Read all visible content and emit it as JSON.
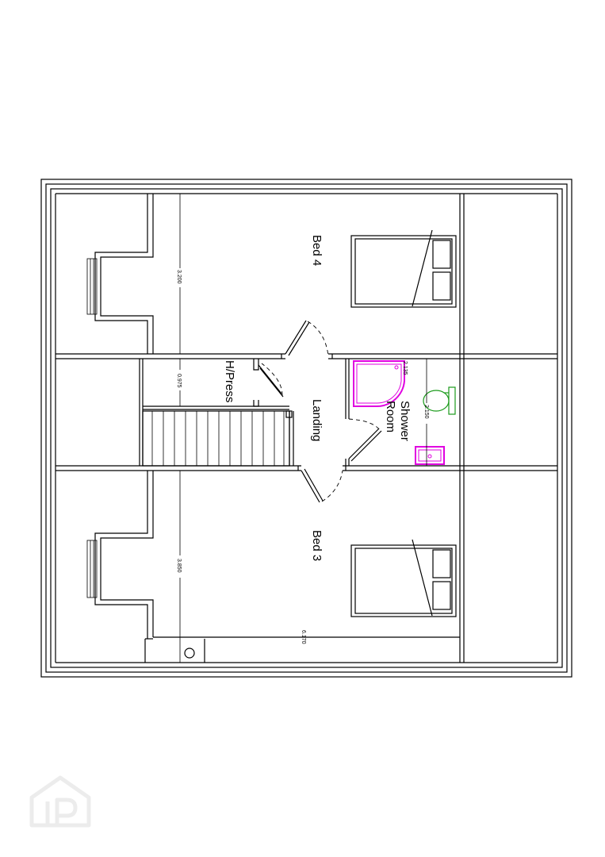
{
  "rooms": {
    "bed4": "Bed 4",
    "bed3": "Bed 3",
    "hpress": "H/Press",
    "landing": "Landing",
    "shower_line1": "Shower",
    "shower_line2": "Room"
  },
  "dimensions": {
    "bed4_depth": "3.200",
    "hpress_depth": "0.975",
    "bed3_depth": "3.850",
    "overall_width": "6.170",
    "shower_depth": "2.135",
    "shower_width": "2.150"
  },
  "watermark_icon": "property-logo-icon"
}
